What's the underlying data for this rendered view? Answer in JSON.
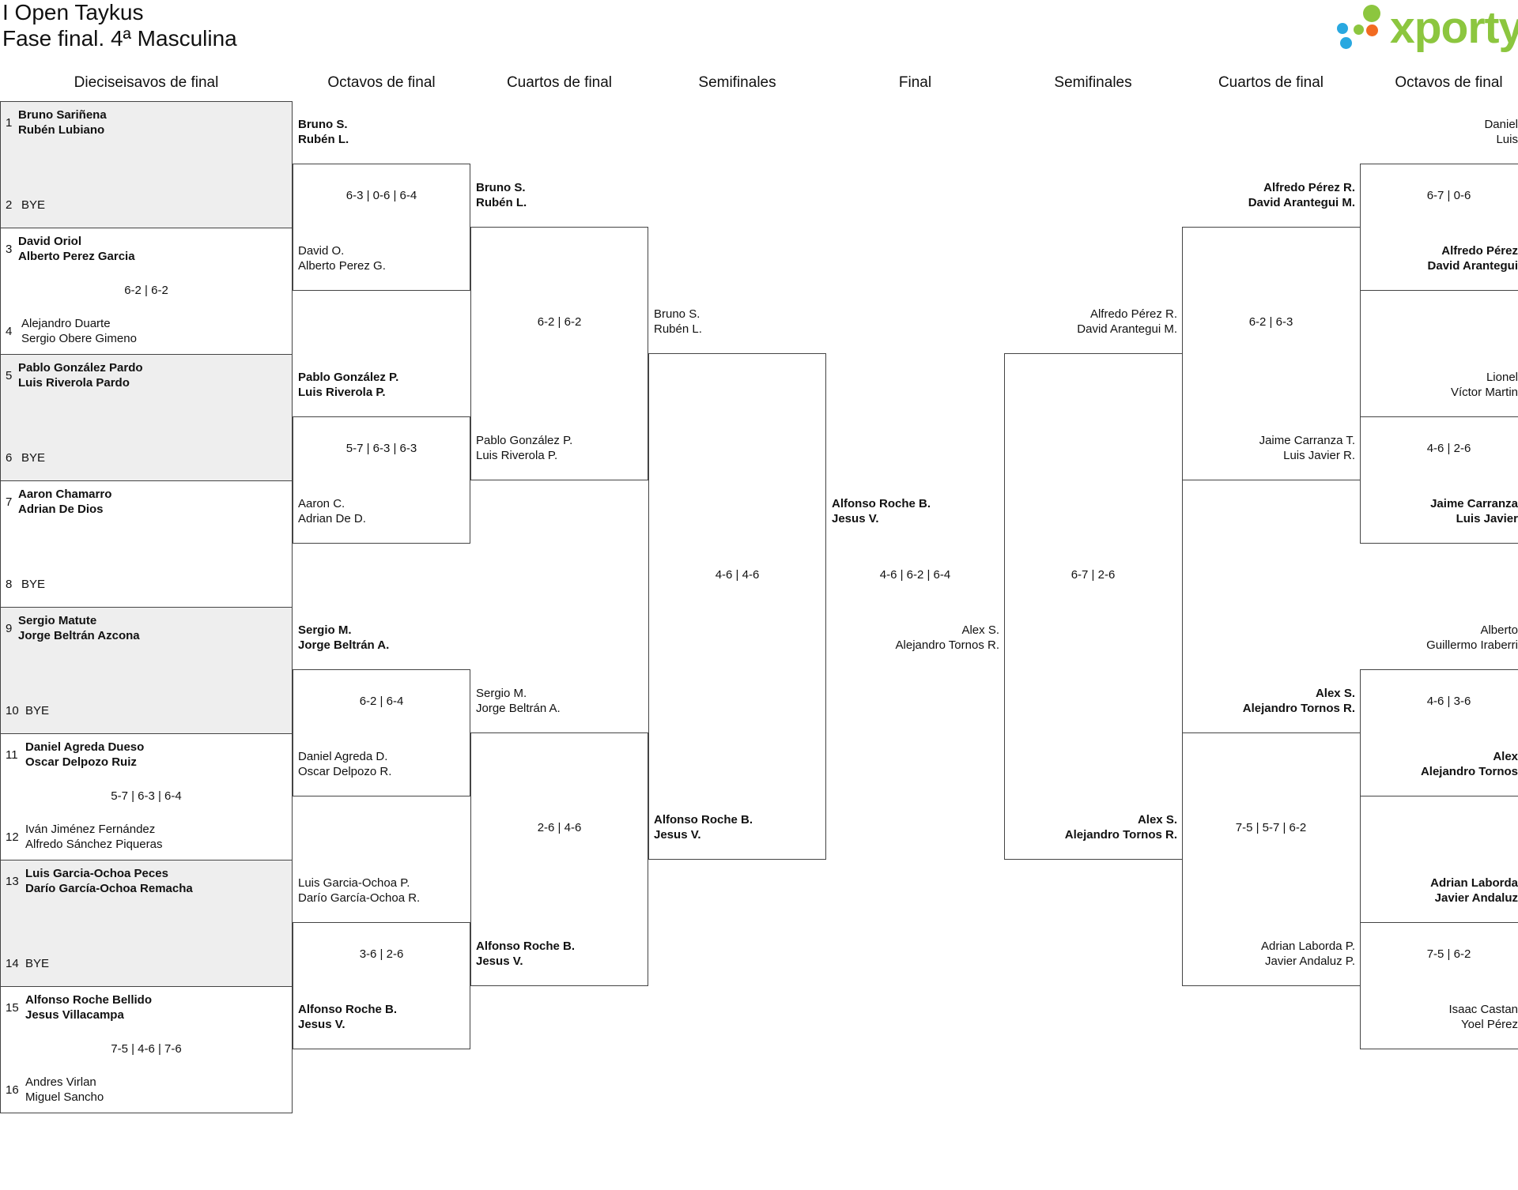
{
  "header": {
    "title_line1": "I Open Taykus",
    "title_line2": "Fase final. 4ª Masculina",
    "logo_text": "xporty"
  },
  "columns": [
    "Dieciseisavos de final",
    "Octavos de final",
    "Cuartos de final",
    "Semifinales",
    "Final",
    "Semifinales",
    "Cuartos de final",
    "Octavos de final"
  ],
  "r32": [
    {
      "n1": "1",
      "a": "Bruno Sariñena",
      "b": "Rubén Lubiano",
      "n2": "2",
      "c": "BYE",
      "d": "",
      "score": ""
    },
    {
      "n1": "3",
      "a": "David Oriol",
      "b": "Alberto Perez Garcia",
      "n2": "4",
      "c": "Alejandro Duarte",
      "d": "Sergio Obere Gimeno",
      "score": "6-2 | 6-2"
    },
    {
      "n1": "5",
      "a": "Pablo González Pardo",
      "b": "Luis Riverola Pardo",
      "n2": "6",
      "c": "BYE",
      "d": "",
      "score": ""
    },
    {
      "n1": "7",
      "a": "Aaron Chamarro",
      "b": "Adrian De Dios",
      "n2": "8",
      "c": "BYE",
      "d": "",
      "score": ""
    },
    {
      "n1": "9",
      "a": "Sergio Matute",
      "b": "Jorge Beltrán Azcona",
      "n2": "10",
      "c": "BYE",
      "d": "",
      "score": ""
    },
    {
      "n1": "11",
      "a": "Daniel Agreda Dueso",
      "b": "Oscar Delpozo Ruiz",
      "n2": "12",
      "c": "Iván Jiménez Fernández",
      "d": "Alfredo Sánchez Piqueras",
      "score": "5-7 | 6-3 | 6-4"
    },
    {
      "n1": "13",
      "a": "Luis Garcia-Ochoa Peces",
      "b": "Darío García-Ochoa Remacha",
      "n2": "14",
      "c": "BYE",
      "d": "",
      "score": ""
    },
    {
      "n1": "15",
      "a": "Alfonso Roche Bellido",
      "b": "Jesus Villacampa",
      "n2": "16",
      "c": "Andres Virlan",
      "d": "Miguel Sancho",
      "score": "7-5 | 4-6 | 7-6"
    }
  ],
  "r16_left": [
    {
      "p1a": "Bruno S.",
      "p1b": "Rubén L.",
      "p2a": "David O.",
      "p2b": "Alberto Perez G.",
      "score": "6-3 | 0-6 | 6-4"
    },
    {
      "p1a": "Pablo González P.",
      "p1b": "Luis Riverola P.",
      "p2a": "Aaron C.",
      "p2b": "Adrian De D.",
      "score": "5-7 | 6-3 | 6-3"
    },
    {
      "p1a": "Sergio M.",
      "p1b": "Jorge Beltrán A.",
      "p2a": "Daniel Agreda D.",
      "p2b": "Oscar Delpozo R.",
      "score": "6-2 | 6-4"
    },
    {
      "p1a": "Luis Garcia-Ochoa P.",
      "p1b": "Darío García-Ochoa R.",
      "p2a": "Alfonso Roche B.",
      "p2b": "Jesus V.",
      "score": "3-6 | 2-6"
    }
  ],
  "qf_left": [
    {
      "p1a": "Bruno S.",
      "p1b": "Rubén L.",
      "p2a": "Pablo González P.",
      "p2b": "Luis Riverola P.",
      "score": "6-2 | 6-2"
    },
    {
      "p1a": "Sergio M.",
      "p1b": "Jorge Beltrán A.",
      "p2a": "Alfonso Roche B.",
      "p2b": "Jesus V.",
      "score": "2-6 | 4-6"
    }
  ],
  "sf_left": {
    "p1a": "Bruno S.",
    "p1b": "Rubén L.",
    "p2a": "Alfonso Roche B.",
    "p2b": "Jesus V.",
    "score": "4-6 | 4-6"
  },
  "final": {
    "p1a": "Alfonso Roche B.",
    "p1b": "Jesus V.",
    "p2a": "Alex S.",
    "p2b": "Alejandro Tornos R.",
    "score": "4-6 | 6-2 | 6-4"
  },
  "sf_right": {
    "p1a": "Alfredo Pérez R.",
    "p1b": "David Arantegui M.",
    "p2a": "Alex S.",
    "p2b": "Alejandro Tornos R.",
    "score": "6-7 | 2-6"
  },
  "qf_right": [
    {
      "p1a": "Alfredo Pérez R.",
      "p1b": "David Arantegui M.",
      "p2a": "Jaime Carranza T.",
      "p2b": "Luis Javier R.",
      "score": "6-2 | 6-3"
    },
    {
      "p1a": "Alex S.",
      "p1b": "Alejandro Tornos R.",
      "p2a": "Adrian Laborda P.",
      "p2b": "Javier Andaluz P.",
      "score": "7-5 | 5-7 | 6-2"
    }
  ],
  "r16_right": [
    {
      "p1a": "Daniel",
      "p1b": "Luis",
      "p2a": "Alfredo Pérez",
      "p2b": "David Arantegui",
      "score": "6-7 | 0-6"
    },
    {
      "p1a": "Lionel",
      "p1b": "Víctor Martin",
      "p2a": "Jaime Carranza",
      "p2b": "Luis Javier",
      "score": "4-6 | 2-6"
    },
    {
      "p1a": "Alberto",
      "p1b": "Guillermo Iraberri",
      "p2a": "Alex",
      "p2b": "Alejandro Tornos",
      "score": "4-6 | 3-6"
    },
    {
      "p1a": "Adrian Laborda",
      "p1b": "Javier Andaluz",
      "p2a": "Isaac Castan",
      "p2b": "Yoel Pérez",
      "score": "7-5 | 6-2"
    }
  ]
}
